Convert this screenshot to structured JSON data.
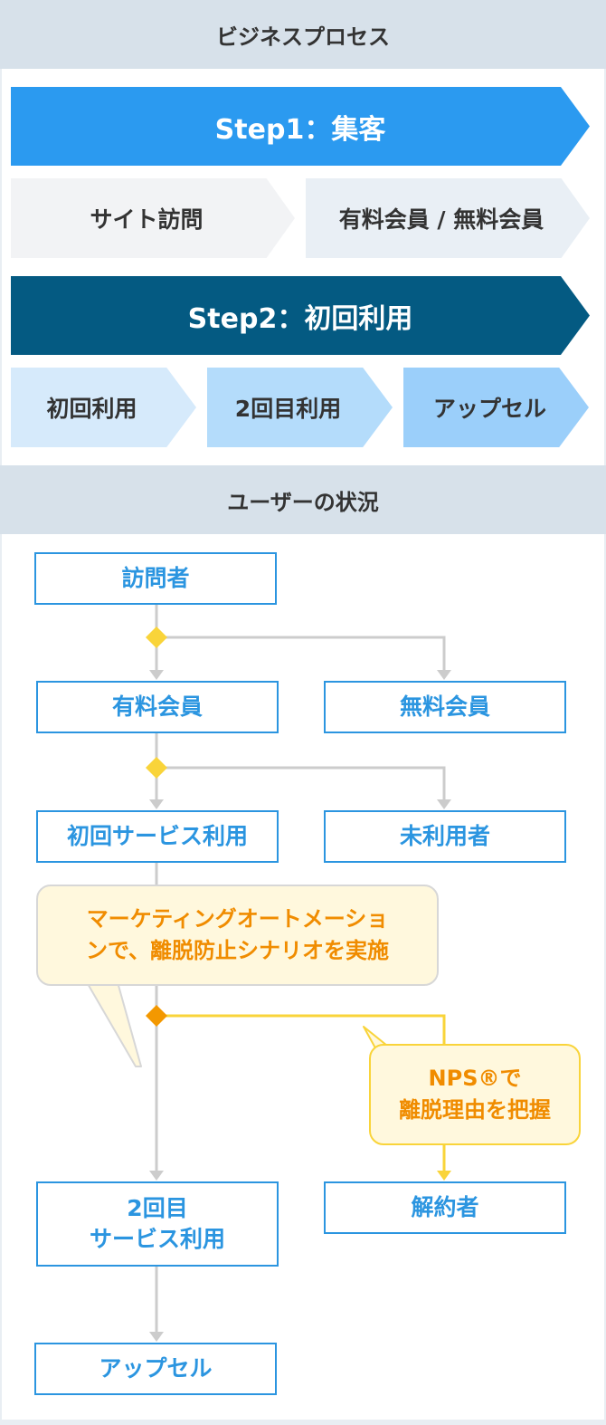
{
  "business": {
    "title": "ビジネスプロセス",
    "step1": {
      "label": "Step1：集客",
      "stages": [
        "サイト訪問",
        "有料会員 / 無料会員"
      ]
    },
    "step2": {
      "label": "Step2：初回利用",
      "stages": [
        "初回利用",
        "2回目利用",
        "アップセル"
      ]
    }
  },
  "user_status": {
    "title": "ユーザーの状況",
    "nodes": {
      "visitor": "訪問者",
      "paid_member": "有料会員",
      "free_member": "無料会員",
      "first_use": "初回サービス利用",
      "non_user": "未利用者",
      "second_use_line1": "2回目",
      "second_use_line2": "サービス利用",
      "churned": "解約者",
      "upsell": "アップセル"
    },
    "callouts": {
      "ma_line1": "マーケティングオートメーショ",
      "ma_line2": "ンで、離脱防止シナリオを実施",
      "nps_line1": "NPS®で",
      "nps_line2": "離脱理由を把握"
    }
  },
  "colors": {
    "header_band": "#d7e1ea",
    "step1_blue": "#2b9af0",
    "step2_navy": "#045a82",
    "stage_gray": "#f2f3f5",
    "stage_pale": "#e9eff5",
    "stage_light_blue_1": "#d6eafb",
    "stage_light_blue_2": "#b4dcfb",
    "stage_light_blue_3": "#9bcffa",
    "node_border": "#2b95e0",
    "connector_gray": "#cccccc",
    "diamond_yellow": "#f9d43a",
    "diamond_orange": "#f39800",
    "bubble_fill": "#fff8dd",
    "bubble_text": "#f08c00"
  }
}
